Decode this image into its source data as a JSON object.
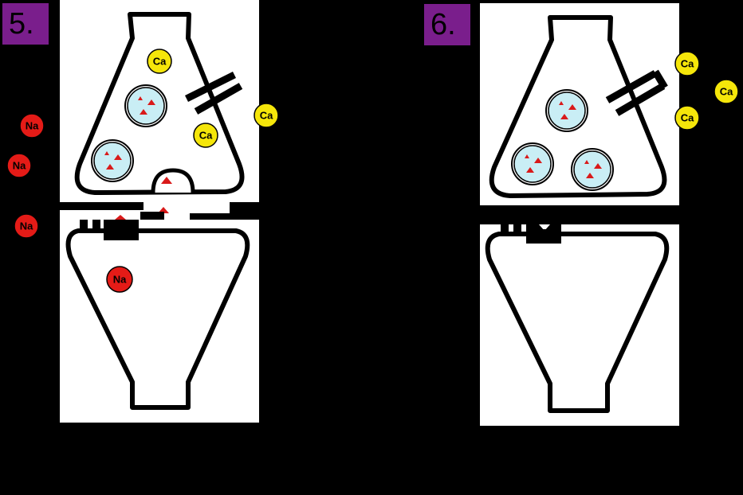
{
  "panels": [
    {
      "step_label": "5."
    },
    {
      "step_label": "6."
    }
  ],
  "ions": {
    "calcium_label": "Ca",
    "sodium_label": "Na"
  },
  "colors": {
    "background": "#000000",
    "badge": "#7a1e8c",
    "calcium": "#f5e60a",
    "sodium": "#e41b17",
    "vesicle": "#c9eef5",
    "neurotransmitter": "#d91a1a"
  }
}
